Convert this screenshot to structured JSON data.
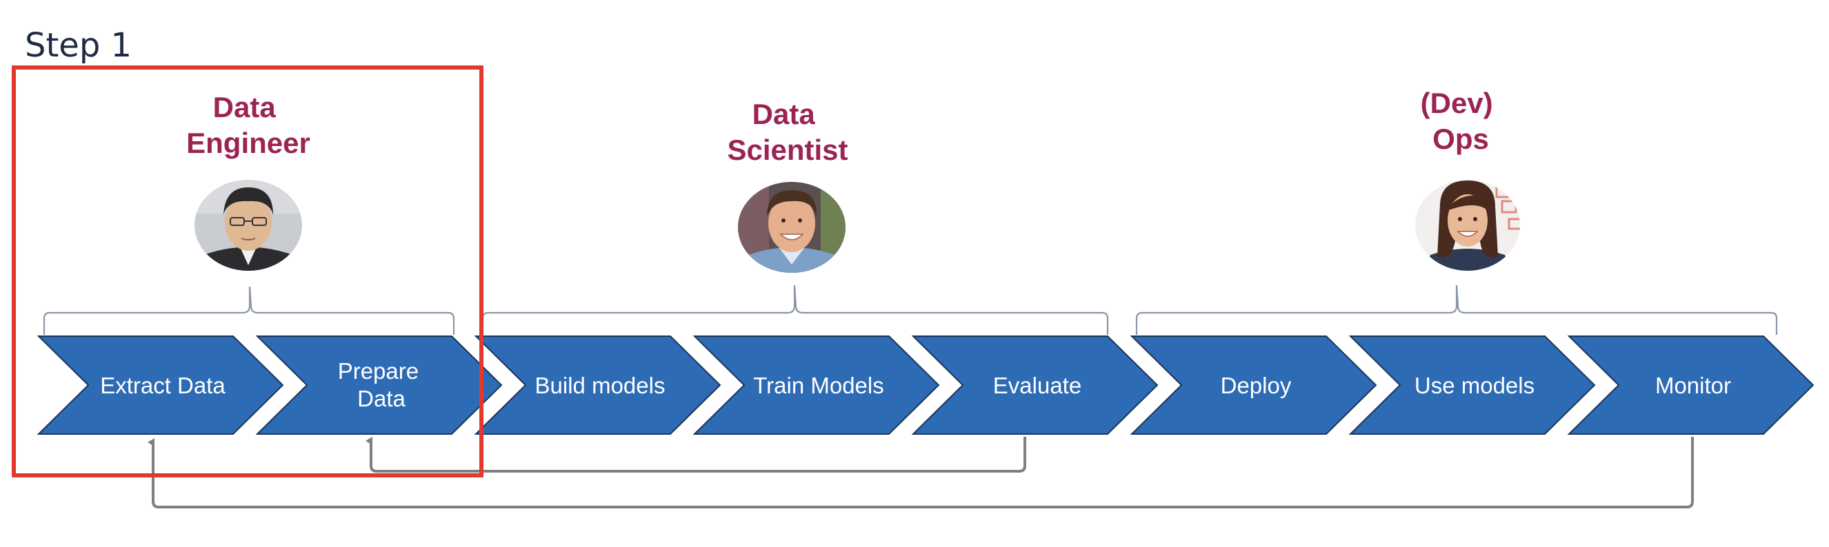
{
  "step_title": "Step 1",
  "roles": [
    {
      "lines": [
        "Data",
        "Engineer"
      ],
      "avatar": "engineer-avatar"
    },
    {
      "lines": [
        "Data",
        "Scientist"
      ],
      "avatar": "scientist-avatar"
    },
    {
      "lines": [
        "(Dev)",
        "Ops"
      ],
      "avatar": "ops-avatar"
    }
  ],
  "steps": [
    {
      "lines": [
        "Extract Data"
      ]
    },
    {
      "lines": [
        "Prepare",
        "Data"
      ]
    },
    {
      "lines": [
        "Build models"
      ]
    },
    {
      "lines": [
        "Train Models"
      ]
    },
    {
      "lines": [
        "Evaluate"
      ]
    },
    {
      "lines": [
        "Deploy"
      ]
    },
    {
      "lines": [
        "Use models"
      ]
    },
    {
      "lines": [
        "Monitor"
      ]
    }
  ],
  "colors": {
    "chevron_fill": "#2e6bb5",
    "role_title": "#9b2453",
    "highlight": "#e4382d",
    "loop_arrow": "#7f7f7f"
  }
}
